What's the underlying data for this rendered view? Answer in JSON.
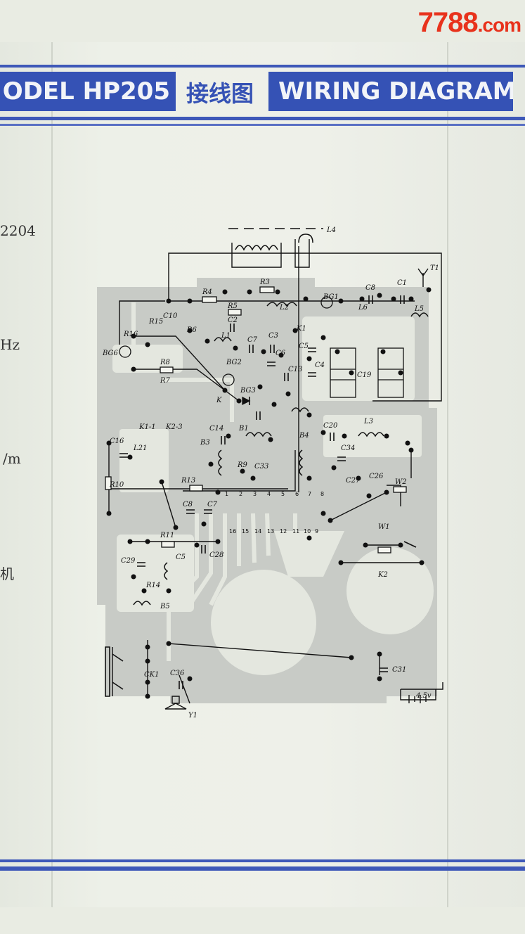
{
  "watermark": {
    "brand": "7788",
    "tld": ".com"
  },
  "header": {
    "model_label": "ODEL HP205",
    "chinese_title": "接线图",
    "english_title": "WIRING DIAGRAM"
  },
  "left_margin_fragments": [
    "2204",
    "Hz",
    "/m",
    "机"
  ],
  "diagram": {
    "component_labels": [
      "L4",
      "R4",
      "R3",
      "C8",
      "C1",
      "T1",
      "R5",
      "C2",
      "L2",
      "BG1",
      "L6",
      "L5",
      "R15",
      "C10",
      "R6",
      "L1",
      "C7",
      "C3",
      "R16",
      "K1",
      "C5",
      "BG6",
      "R8",
      "BG2",
      "C6",
      "C13",
      "C4",
      "C19",
      "K",
      "BG3",
      "R7",
      "K1-1",
      "K2-3",
      "C14",
      "B1",
      "C20",
      "C34",
      "C16",
      "L21",
      "B3",
      "B4",
      "L3",
      "R10",
      "R13",
      "R9",
      "C33",
      "C27",
      "C26",
      "W2",
      "C8",
      "C7",
      "W1",
      "R11",
      "C29",
      "C5",
      "K2",
      "C28",
      "R14",
      "B5",
      "CK1",
      "C36",
      "C31",
      "Y1",
      "4.5v"
    ],
    "pin_row_upper": [
      "1",
      "2",
      "3",
      "4",
      "5",
      "6",
      "7",
      "8"
    ],
    "pin_row_lower": [
      "16",
      "15",
      "14",
      "13",
      "12",
      "11",
      "10",
      "9"
    ]
  }
}
